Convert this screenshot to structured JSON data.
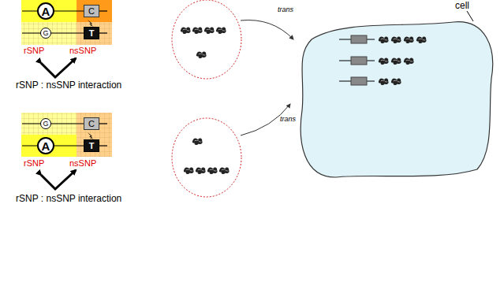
{
  "diagram": {
    "nodes": [
      {
        "text": [
          "A"
        ]
      },
      {
        "text": [
          "C"
        ]
      },
      {
        "text": [
          "G"
        ]
      },
      {
        "text": [
          "T"
        ]
      },
      {
        "text": [
          "G"
        ]
      },
      {
        "text": [
          "C"
        ]
      },
      {
        "text": [
          "A"
        ]
      },
      {
        "text": [
          "T"
        ]
      },
      {
        "text": [
          "cell"
        ]
      }
    ],
    "labels": [
      "rSNP",
      "nsSNP",
      "rSNP : nsSNP interaction",
      "trans",
      "rSNP",
      "nsSNP",
      "rSNP : nsSNP interaction",
      "trans"
    ]
  }
}
